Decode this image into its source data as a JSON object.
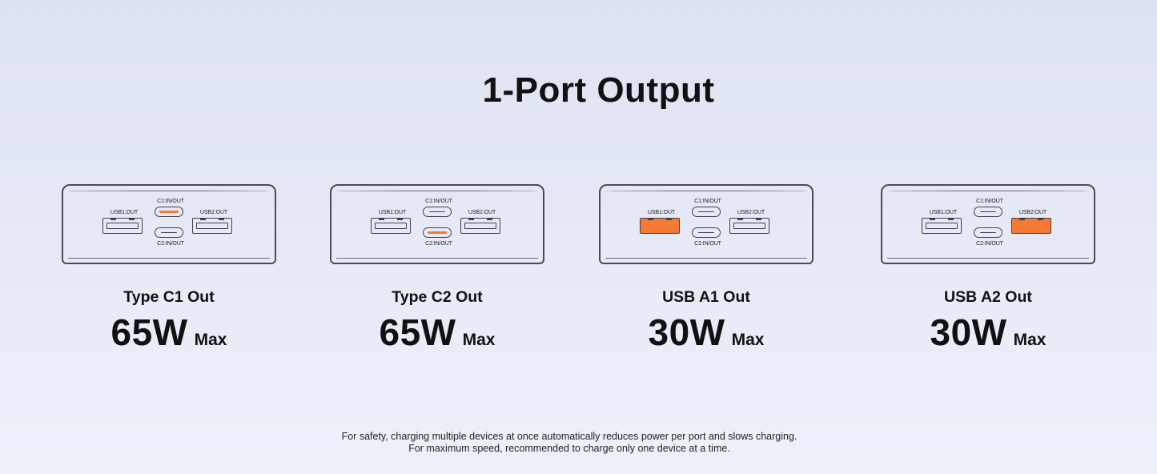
{
  "title": "1-Port Output",
  "port_labels": {
    "usb1": "USB1:OUT",
    "c1": "C1:IN/OUT",
    "usb2": "USB2:OUT",
    "c2": "C2:IN/OUT"
  },
  "highlight_color": "#f47a36",
  "cards": [
    {
      "name": "Type C1 Out",
      "watt": "65W",
      "max": "Max",
      "active_port": "c1"
    },
    {
      "name": "Type C2 Out",
      "watt": "65W",
      "max": "Max",
      "active_port": "c2"
    },
    {
      "name": "USB A1 Out",
      "watt": "30W",
      "max": "Max",
      "active_port": "usb1"
    },
    {
      "name": "USB A2 Out",
      "watt": "30W",
      "max": "Max",
      "active_port": "usb2"
    }
  ],
  "footnote": {
    "line1": "For safety, charging multiple devices at once automatically reduces power per port and slows charging.",
    "line2": "For maximum speed, recommended to charge only one device at a time."
  }
}
